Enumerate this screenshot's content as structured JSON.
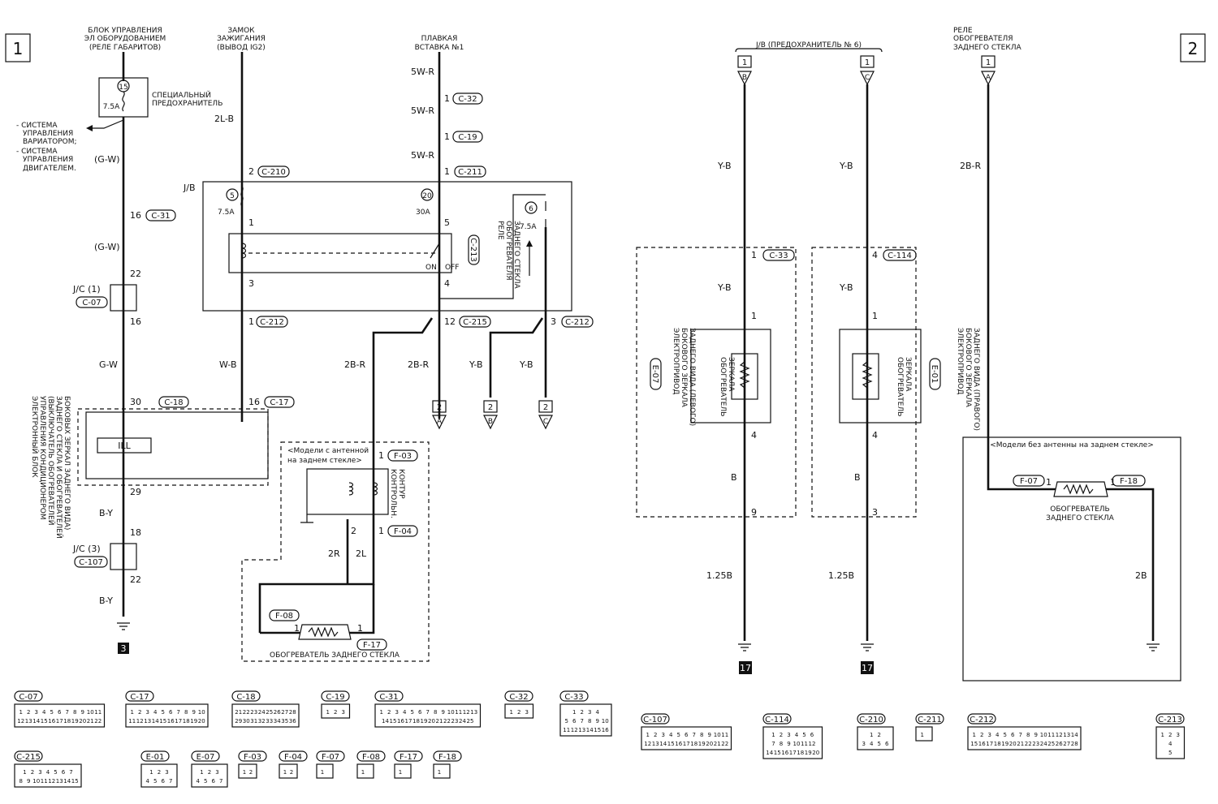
{
  "page_markers": {
    "left": "1",
    "right": "2"
  },
  "headers": {
    "bcm": [
      "БЛОК УПРАВЛЕНИЯ",
      "ЭЛ ОБОРУДОВАНИЕМ",
      "(РЕЛЕ ГАБАРИТОВ)"
    ],
    "ignition": [
      "ЗАМОК",
      "ЗАЖИГАНИЯ",
      "(ВЫВОД IG2)"
    ],
    "fusible": [
      "ПЛАВКАЯ",
      "ВСТАВКА №1"
    ],
    "jb6": "J/B (ПРЕДОХРАНИТЕЛЬ № 6)",
    "relay_top": [
      "РЕЛЕ",
      "ОБОГРЕВАТЕЛЯ",
      "ЗАДНЕГО СТЕКЛА"
    ]
  },
  "left": {
    "special_fuse": [
      "СПЕЦИАЛЬНЫЙ",
      "ПРЕДОХРАНИТЕЛЬ"
    ],
    "fuse15": "15",
    "fuse15_amp": "7.5A",
    "side_note": [
      "- СИСТЕМА",
      "УПРАВЛЕНИЯ",
      "ВАРИАТОРОМ;",
      "- СИСТЕМА",
      "УПРАВЛЕНИЯ",
      "ДВИГАТЕЛЕМ."
    ],
    "wire_gw1": "(G-W)",
    "pin16": "16",
    "c31": "C-31",
    "wire_gw2": "(G-W)",
    "pin22": "22",
    "jc1": "J/C (1)",
    "c07": "C-07",
    "pin16b": "16",
    "wire_gw3": "G-W",
    "pin30": "30",
    "c18": "C-18",
    "ill": "ILL",
    "ecu_label": [
      "ЭЛЕКТРОННЫЙ БЛОК",
      "УПРАВЛЕНИЯ КОНДИЦИОНЕРОМ",
      "(ВЫКЛЮЧАТЕЛЬ ОБОГРЕВАТЕЛЕЙ",
      "ЗАДНЕГО СТЕКЛА И ОБОГРЕВАТЕЛЕЙ",
      "БОКОВЫХ ЗЕРКАЛ ЗАДНЕГО ВИДА)"
    ],
    "pin29": "29",
    "wire_by1": "B-Y",
    "pin18": "18",
    "jc3": "J/C (3)",
    "c107": "C-107",
    "pin22b": "22",
    "wire_by2": "B-Y",
    "ground_ref": "3"
  },
  "middle": {
    "wire_2lb": "2L-B",
    "pin2": "2",
    "c210": "C-210",
    "jb": "J/B",
    "fuse5": "5",
    "fuse5_amp": "7.5A",
    "pin1": "1",
    "pin3": "3",
    "pin1b": "1",
    "c212": "C-212",
    "wire_wb": "W-B",
    "pin16c": "16",
    "c17": "C-17",
    "wire_5wr1": "5W-R",
    "pin1c": "1",
    "c32": "C-32",
    "wire_5wr2": "5W-R",
    "pin1d": "1",
    "c19": "C-19",
    "wire_5wr3": "5W-R",
    "pin1e": "1",
    "c211": "C-211",
    "fuse20": "20",
    "fuse20_amp": "30A",
    "pin5": "5",
    "c213": "C-213",
    "relay_label": [
      "РЕЛЕ",
      "ОБОГРЕВАТЕЛЯ",
      "ЗАДНЕГО СТЕКЛА"
    ],
    "on": "ON",
    "off": "OFF",
    "pin4": "4",
    "fuse6": "6",
    "fuse6_amp": "7.5A",
    "pin12": "12",
    "c215": "C-215",
    "pin3b": "3",
    "c212b": "C-212",
    "wire_2br1": "2B-R",
    "wire_2br2": "2B-R",
    "wire_yb1": "Y-B",
    "wire_yb2": "Y-B",
    "arrow_a": "A",
    "arrow_b": "B",
    "arrow_c": "C",
    "to_page": "2",
    "antenna_note": [
      "<Модели с антенной",
      "на заднем стекле>"
    ],
    "pin1f": "1",
    "f03": "F-03",
    "control": [
      "КОНТРОЛЬН.",
      "КОНТУР"
    ],
    "pin2b": "2",
    "pin1g": "1",
    "f04": "F-04",
    "wire_2r": "2R",
    "wire_2l": "2L",
    "f08": "F-08",
    "pin1h": "1",
    "pin1i": "1",
    "f17": "F-17",
    "heater": "ОБОГРЕВАТЕЛЬ ЗАДНЕГО СТЕКЛА"
  },
  "right": {
    "from_page": "1",
    "arrow_b": "B",
    "arrow_c": "C",
    "arrow_a": "A",
    "wire_yb1": "Y-B",
    "wire_yb2": "Y-B",
    "wire_2br": "2B-R",
    "pin1": "1",
    "c33": "C-33",
    "pin4": "4",
    "c114": "C-114",
    "wire_yb3": "Y-B",
    "wire_yb4": "Y-B",
    "pin1b": "1",
    "pin1c": "1",
    "mirror_l": [
      "ЭЛЕКТРОПРИВОД",
      "БОКОВОГО ЗЕРКАЛА",
      "ЗАДНЕГО ВИДА (ЛЕВОГО)"
    ],
    "e07": "E-07",
    "mirror_r": [
      "ЭЛЕКТРОПРИВОД",
      "БОКОВОГО ЗЕРКАЛА",
      "ЗАДНЕГО ВИДА (ПРАВОГО)"
    ],
    "e01": "E-01",
    "mirror_heater": [
      "ОБОГРЕВАТЕЛЬ",
      "ЗЕРКАЛА"
    ],
    "pin4b": "4",
    "pin4c": "4",
    "wire_b1": "B",
    "wire_b2": "B",
    "pin9": "9",
    "pin3": "3",
    "wire_125b1": "1.25B",
    "wire_125b2": "1.25B",
    "ground_ref": "17",
    "no_antenna": "<Модели без антенны на заднем стекле>",
    "f07": "F-07",
    "f18": "F-18",
    "pin1d": "1",
    "pin1e": "1",
    "heater": [
      "ОБОГРЕВАТЕЛЬ",
      "ЗАДНЕГО СТЕКЛА"
    ],
    "wire_2b": "2B"
  },
  "connectors_left": [
    {
      "id": "C-07",
      "rows": [
        "1 2 3 4 5 6 7 8 9 10 11",
        "12 13 14 15 16 17 18 19 20 21 22"
      ]
    },
    {
      "id": "C-17",
      "rows": [
        "1 2 3 4 5 6 7 8 9 10",
        "11 12 13 14 15 16 17 18 19 20"
      ]
    },
    {
      "id": "C-18",
      "rows": [
        "21 22 23 24 25 26 27 28",
        "29 30 31 32 33 34 35 36"
      ]
    },
    {
      "id": "C-19",
      "rows": [
        "1 2 3"
      ]
    },
    {
      "id": "C-31",
      "rows": [
        "1 2 3 4 5 6 7 8 9 10 11 12 13",
        "14 15 16 17 18 19 20 21 22 23 24 25"
      ]
    },
    {
      "id": "C-32",
      "rows": [
        "1 2 3"
      ]
    },
    {
      "id": "C-33",
      "rows": [
        "1 2 3 4",
        "5 6 7 8 9 10",
        "11 12 13 14 15 16"
      ]
    },
    {
      "id": "C-215",
      "rows": [
        "1 2 3 4 5 6 7",
        "8 9 10 11 12 13 14 15"
      ]
    },
    {
      "id": "E-01",
      "rows": [
        "1 2 3",
        "4 5 6 7"
      ]
    },
    {
      "id": "E-07",
      "rows": [
        "1 2 3",
        "4 5 6 7"
      ]
    },
    {
      "id": "F-03",
      "rows": [
        "1 2"
      ]
    },
    {
      "id": "F-04",
      "rows": [
        "1 2"
      ]
    },
    {
      "id": "F-07",
      "rows": [
        "1"
      ]
    },
    {
      "id": "F-08",
      "rows": [
        "1"
      ]
    },
    {
      "id": "F-17",
      "rows": [
        "1"
      ]
    },
    {
      "id": "F-18",
      "rows": [
        "1"
      ]
    }
  ],
  "connectors_right": [
    {
      "id": "C-107",
      "rows": [
        "1 2 3 4 5 6 7 8 9 10 11",
        "12 13 14 15 16 17 18 19 20 21 22"
      ]
    },
    {
      "id": "C-114",
      "rows": [
        "1 2 3 4 5 6",
        "7 8 9 10 11 12",
        "14 15 16 17 18 19 20"
      ]
    },
    {
      "id": "C-210",
      "rows": [
        "1 2",
        "3 4 5 6"
      ]
    },
    {
      "id": "C-211",
      "rows": [
        "1"
      ]
    },
    {
      "id": "C-212",
      "rows": [
        "1 2 3 4 5 6 7 8 9 10 11 12 13 14",
        "15 16 17 18 19 20 21 22 23 24 25 26 27 28"
      ]
    },
    {
      "id": "C-213",
      "rows": [
        "1 2 3",
        "4",
        "5"
      ]
    }
  ]
}
